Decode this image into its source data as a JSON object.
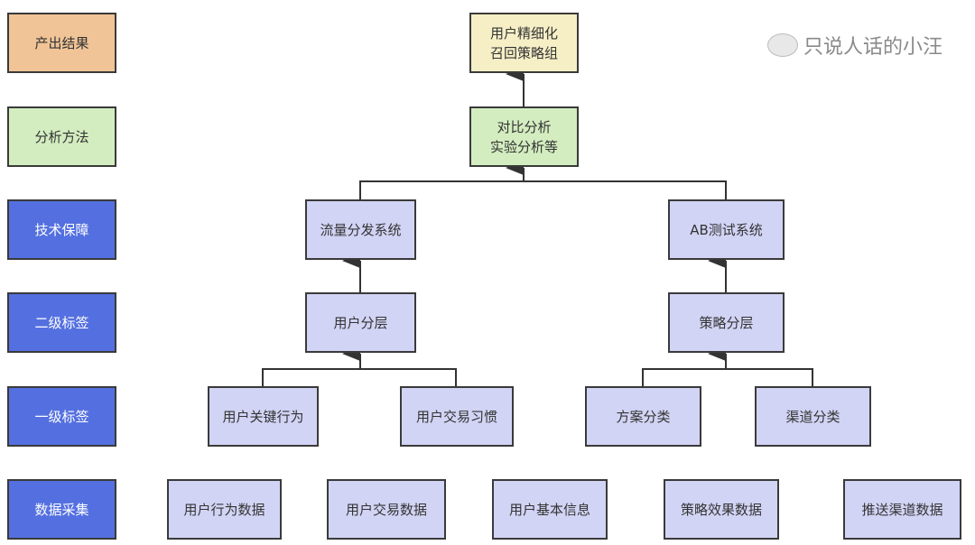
{
  "legend": [
    {
      "label": "产出结果",
      "color": "#f0c497"
    },
    {
      "label": "分析方法",
      "color": "#d3edc0"
    },
    {
      "label": "技术保障",
      "color": "#5470e0"
    },
    {
      "label": "二级标签",
      "color": "#5470e0"
    },
    {
      "label": "一级标签",
      "color": "#5470e0"
    },
    {
      "label": "数据采集",
      "color": "#5470e0"
    }
  ],
  "output": "用户精细化\n召回策略组",
  "method": "对比分析\n实验分析等",
  "tech": [
    "流量分发系统",
    "AB测试系统"
  ],
  "level2": [
    "用户分层",
    "策略分层"
  ],
  "level1": [
    "用户关键行为",
    "用户交易习惯",
    "方案分类",
    "渠道分类"
  ],
  "data": [
    "用户行为数据",
    "用户交易数据",
    "用户基本信息",
    "策略效果数据",
    "推送渠道数据"
  ],
  "watermark": "只说人话的小汪"
}
